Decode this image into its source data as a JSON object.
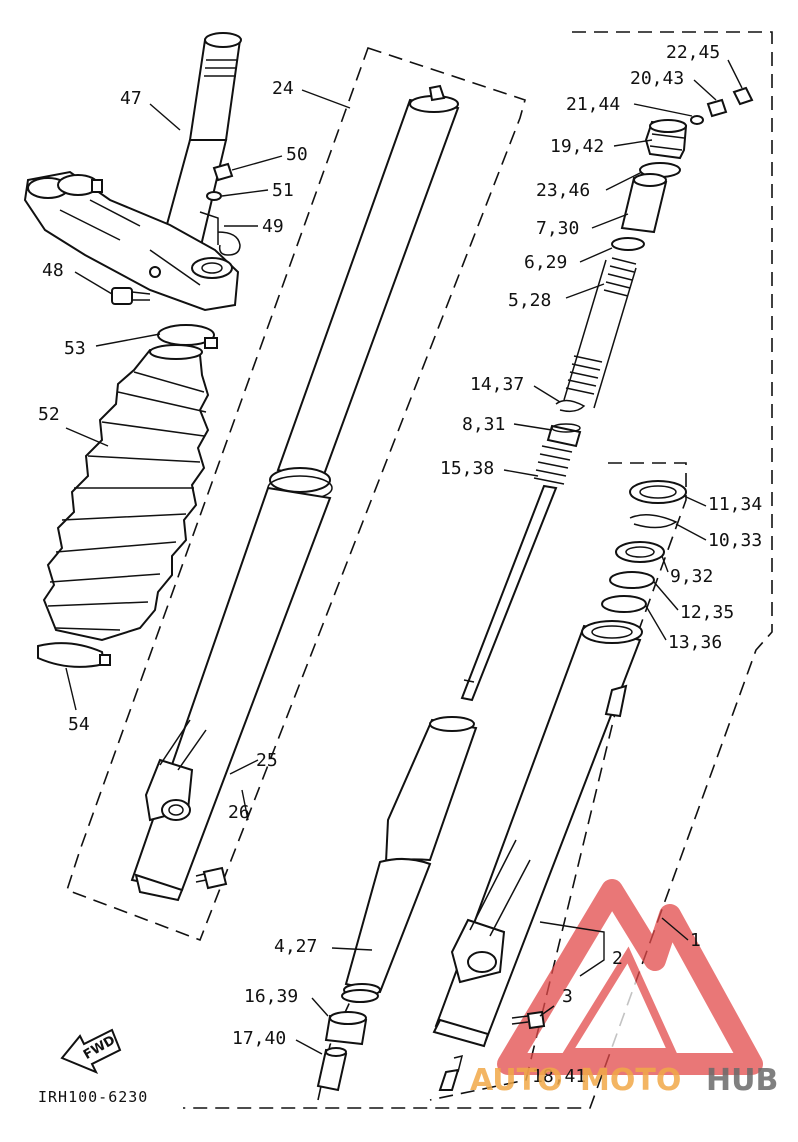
{
  "diagram_code": "IRH100-6230",
  "fwd_label": "FWD",
  "watermark": {
    "brand_left": "AUTO",
    "brand_mid": "MOTO",
    "brand_right": "HUB",
    "color_red": "#e24a4a",
    "color_orange": "#f1a948",
    "color_gray": "#6b6b6b"
  },
  "callouts": [
    {
      "id": "c47",
      "text": "47"
    },
    {
      "id": "c24",
      "text": "24"
    },
    {
      "id": "c50",
      "text": "50"
    },
    {
      "id": "c51",
      "text": "51"
    },
    {
      "id": "c49",
      "text": "49"
    },
    {
      "id": "c48",
      "text": "48"
    },
    {
      "id": "c53",
      "text": "53"
    },
    {
      "id": "c52",
      "text": "52"
    },
    {
      "id": "c54",
      "text": "54"
    },
    {
      "id": "c25",
      "text": "25"
    },
    {
      "id": "c26",
      "text": "26"
    },
    {
      "id": "c2245",
      "text": "22,45"
    },
    {
      "id": "c2043",
      "text": "20,43"
    },
    {
      "id": "c2144",
      "text": "21,44"
    },
    {
      "id": "c1942",
      "text": "19,42"
    },
    {
      "id": "c2346",
      "text": "23,46"
    },
    {
      "id": "c730",
      "text": "7,30"
    },
    {
      "id": "c629",
      "text": "6,29"
    },
    {
      "id": "c528",
      "text": "5,28"
    },
    {
      "id": "c1437",
      "text": "14,37"
    },
    {
      "id": "c831",
      "text": "8,31"
    },
    {
      "id": "c1538",
      "text": "15,38"
    },
    {
      "id": "c1134",
      "text": "11,34"
    },
    {
      "id": "c1033",
      "text": "10,33"
    },
    {
      "id": "c932",
      "text": "9,32"
    },
    {
      "id": "c1235",
      "text": "12,35"
    },
    {
      "id": "c1336",
      "text": "13,36"
    },
    {
      "id": "c1",
      "text": "1"
    },
    {
      "id": "c2",
      "text": "2"
    },
    {
      "id": "c3",
      "text": "3"
    },
    {
      "id": "c427",
      "text": "4,27"
    },
    {
      "id": "c1639",
      "text": "16,39"
    },
    {
      "id": "c1740",
      "text": "17,40"
    },
    {
      "id": "c1841",
      "text": "18,41"
    }
  ]
}
